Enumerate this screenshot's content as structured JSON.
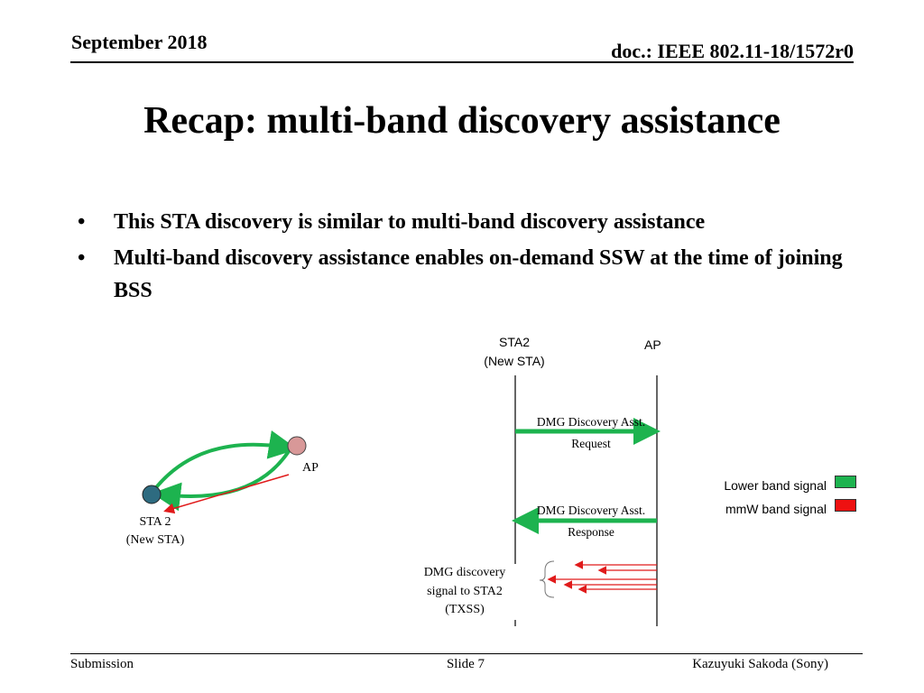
{
  "header": {
    "date": "September 2018",
    "doc_id": "doc.: IEEE 802.11-18/1572r0"
  },
  "title": "Recap: multi-band discovery assistance",
  "bullets": [
    "This STA discovery is similar to multi-band discovery assistance",
    "Multi-band discovery assistance enables on-demand SSW at the time of joining BSS"
  ],
  "bullet_glyph": "•",
  "topology": {
    "ap_label": "AP",
    "sta_label_line1": "STA 2",
    "sta_label_line2": "(New STA)",
    "ap_color": "#d89898",
    "sta_color": "#2e6b80",
    "lower_band_color": "#1db34f",
    "mmw_color": "#e01b1b"
  },
  "sequence": {
    "sta_header_line1": "STA2",
    "sta_header_line2": "(New STA)",
    "ap_header": "AP",
    "request_line1": "DMG Discovery Asst.",
    "request_line2": "Request",
    "response_line1": "DMG Discovery Asst.",
    "response_line2": "Response",
    "discovery_line1": "DMG discovery",
    "discovery_line2": "signal to STA2",
    "discovery_line3": "(TXSS)"
  },
  "legend": {
    "lower_band": "Lower band signal",
    "mmw_band": "mmW band signal",
    "lower_band_color": "#1db34f",
    "mmw_color": "#ee1111"
  },
  "footer": {
    "left": "Submission",
    "center": "Slide 7",
    "right": "Kazuyuki Sakoda (Sony)"
  }
}
